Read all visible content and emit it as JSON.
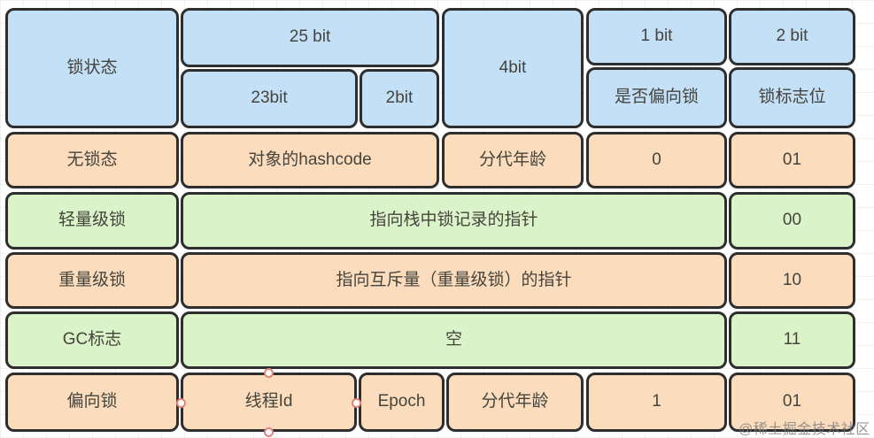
{
  "diagram": {
    "header": {
      "lock_state": "锁状态",
      "bit25": "25 bit",
      "bit23": "23bit",
      "bit2_sub": "2bit",
      "bit4": "4bit",
      "bit1": "1 bit",
      "is_biased": "是否偏向锁",
      "bit2": "2 bit",
      "lock_flag": "锁标志位"
    },
    "rows": [
      {
        "label": "无锁态",
        "hashcode": "对象的hashcode",
        "age": "分代年龄",
        "biased": "0",
        "flag": "01"
      },
      {
        "label": "轻量级锁",
        "pointer": "指向栈中锁记录的指针",
        "flag": "00"
      },
      {
        "label": "重量级锁",
        "pointer": "指向互斥量（重量级锁）的指针",
        "flag": "10"
      },
      {
        "label": "GC标志",
        "pointer": "空",
        "flag": "11"
      },
      {
        "label": "偏向锁",
        "thread_id": "线程Id",
        "epoch": "Epoch",
        "age": "分代年龄",
        "biased": "1",
        "flag": "01"
      }
    ],
    "watermark": "@稀土掘金技术社区"
  },
  "colors": {
    "header_blue": "#c4e0f7",
    "row_orange": "#fbdcbd",
    "row_green": "#daf3c8",
    "border": "#2e2e2e",
    "handle_ring": "#e2827e"
  }
}
